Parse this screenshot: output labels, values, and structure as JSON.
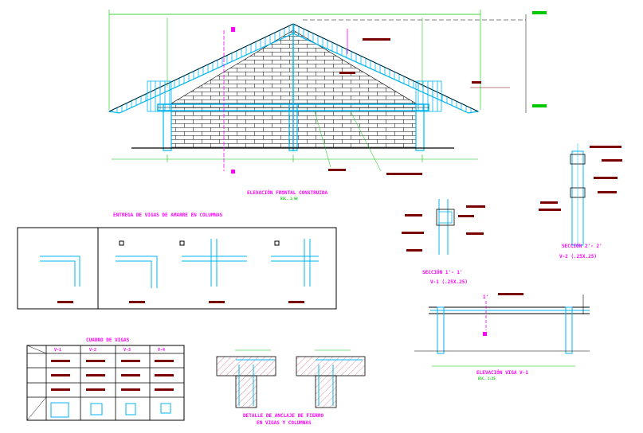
{
  "colors": {
    "background": "#ffffff",
    "structure": "#00b4f0",
    "outline": "#000000",
    "dimension": "#00c800",
    "title": "#ff00ff",
    "annotation": "#7a0000",
    "hatch": "#c04060"
  },
  "elevation": {
    "title": "ELEVACIÓN FRONTAL CONSTRUIDA",
    "scale": "ESC. 1:50"
  },
  "beam_details": {
    "title": "ENTREGA DE VIGAS DE AMARRE EN COLUMNAS"
  },
  "section_1": {
    "title": "SECCIÓN 1'- 1'",
    "subtitle": "V-1 (.25X.25)"
  },
  "section_2": {
    "title": "SECCIÓN 2'- 2'",
    "subtitle": "V-2 (.25X.25)"
  },
  "beam_elevation": {
    "title": "ELEVACIÓN VIGA V-1",
    "scale": "ESC. 1:25",
    "cut_mark": "1'"
  },
  "beam_table": {
    "title": "CUADRO DE VIGAS",
    "headers": [
      "V-1",
      "V-2",
      "V-3",
      "V-4"
    ]
  },
  "anchor_detail": {
    "title_line1": "DETALLE DE ANCLAJE DE FIERRO",
    "title_line2": "EN VIGAS Y COLUMNAS"
  }
}
